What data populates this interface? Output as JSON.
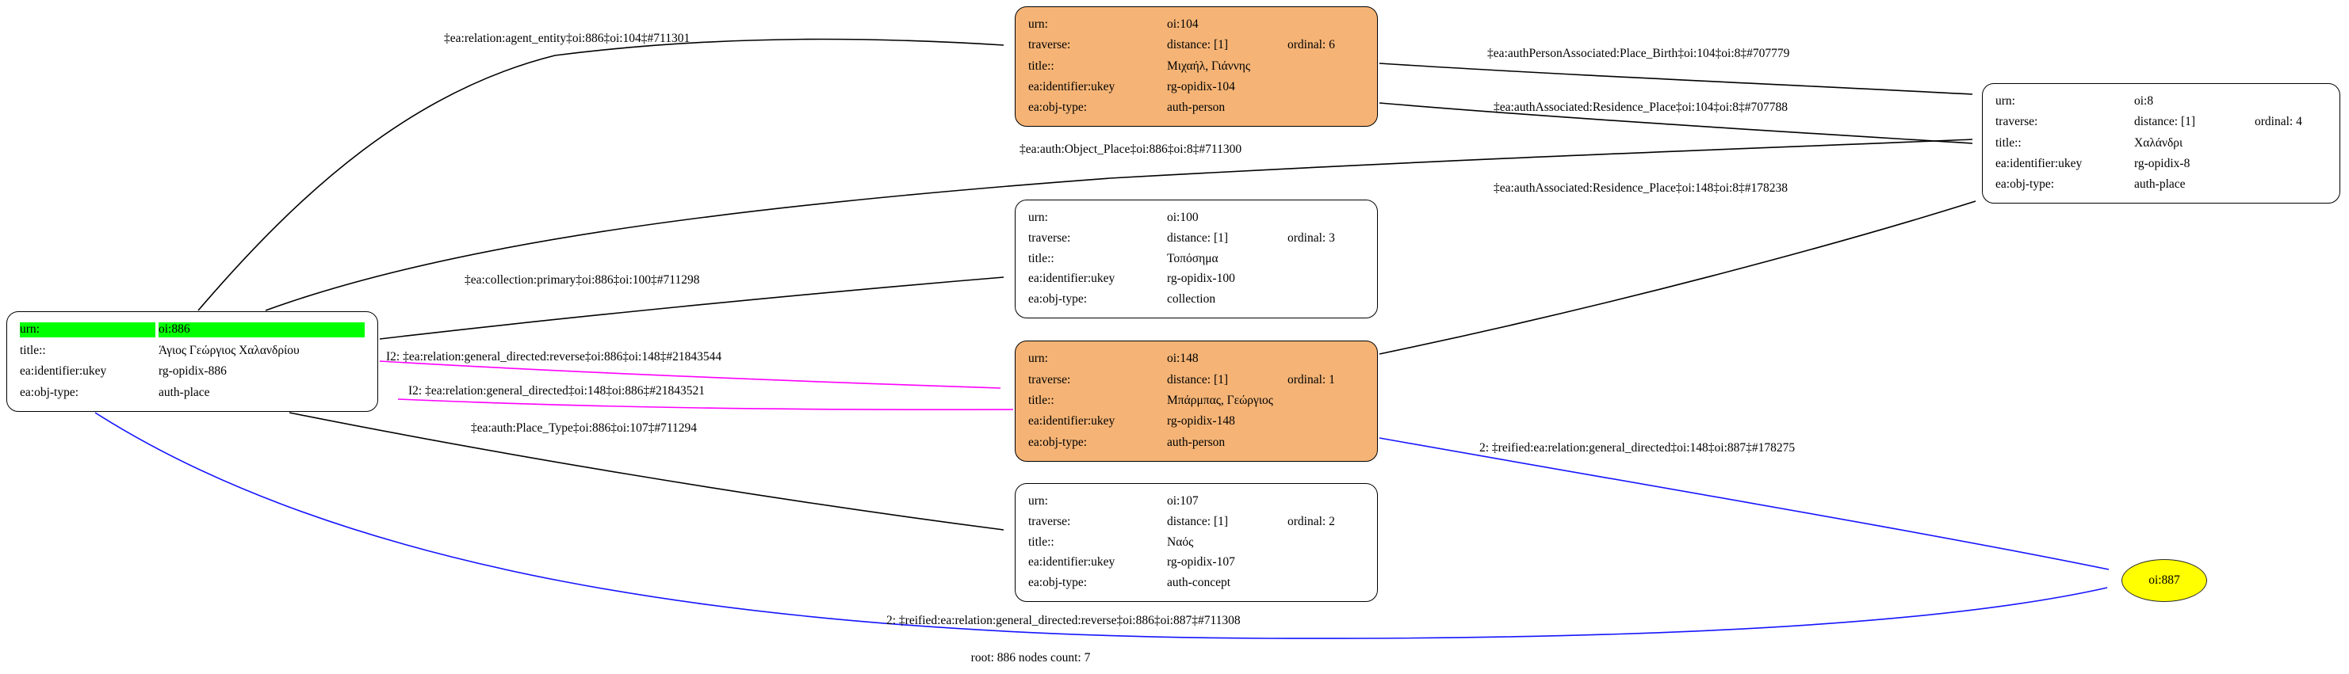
{
  "graph": {
    "footer": "root: 886 nodes count: 7"
  },
  "colors": {
    "root_highlight": "#00ff00",
    "person_fill": "#f5b476",
    "plain_fill": "#ffffff",
    "reified_fill": "#ffff00",
    "edge_black": "#000000",
    "edge_magenta": "#ff00ff",
    "edge_blue": "#1414ff"
  },
  "nodes": {
    "n886": {
      "urn_key": "urn:",
      "urn_value": "oi:886",
      "title_key": "title::",
      "title_value": "Άγιος Γεώργιος Χαλανδρίου",
      "ukey_key": "ea:identifier:ukey",
      "ukey_value": "rg-opidix-886",
      "objtype_key": "ea:obj-type:",
      "objtype_value": "auth-place"
    },
    "n104": {
      "urn_key": "urn:",
      "urn_value": "oi:104",
      "traverse_key": "traverse:",
      "traverse_distance": "distance: [1]",
      "traverse_ordinal": "ordinal: 6",
      "title_key": "title::",
      "title_value": "Μιχαήλ, Γιάννης",
      "ukey_key": "ea:identifier:ukey",
      "ukey_value": "rg-opidix-104",
      "objtype_key": "ea:obj-type:",
      "objtype_value": "auth-person"
    },
    "n8": {
      "urn_key": "urn:",
      "urn_value": "oi:8",
      "traverse_key": "traverse:",
      "traverse_distance": "distance: [1]",
      "traverse_ordinal": "ordinal: 4",
      "title_key": "title::",
      "title_value": "Χαλάνδρι",
      "ukey_key": "ea:identifier:ukey",
      "ukey_value": "rg-opidix-8",
      "objtype_key": "ea:obj-type:",
      "objtype_value": "auth-place"
    },
    "n100": {
      "urn_key": "urn:",
      "urn_value": "oi:100",
      "traverse_key": "traverse:",
      "traverse_distance": "distance: [1]",
      "traverse_ordinal": "ordinal: 3",
      "title_key": "title::",
      "title_value": "Τοπόσημα",
      "ukey_key": "ea:identifier:ukey",
      "ukey_value": "rg-opidix-100",
      "objtype_key": "ea:obj-type:",
      "objtype_value": "collection"
    },
    "n148": {
      "urn_key": "urn:",
      "urn_value": "oi:148",
      "traverse_key": "traverse:",
      "traverse_distance": "distance: [1]",
      "traverse_ordinal": "ordinal: 1",
      "title_key": "title::",
      "title_value": "Μπάρμπας, Γεώργιος",
      "ukey_key": "ea:identifier:ukey",
      "ukey_value": "rg-opidix-148",
      "objtype_key": "ea:obj-type:",
      "objtype_value": "auth-person"
    },
    "n107": {
      "urn_key": "urn:",
      "urn_value": "oi:107",
      "traverse_key": "traverse:",
      "traverse_distance": "distance: [1]",
      "traverse_ordinal": "ordinal: 2",
      "title_key": "title::",
      "title_value": "Ναός",
      "ukey_key": "ea:identifier:ukey",
      "ukey_value": "rg-opidix-107",
      "objtype_key": "ea:obj-type:",
      "objtype_value": "auth-concept"
    },
    "n887": {
      "label": "oi:887"
    }
  },
  "edges": {
    "agent_entity": {
      "from": "oi:886",
      "to": "oi:104",
      "label": "‡ea:relation:agent_entity‡oi:886‡oi:104‡#711301"
    },
    "place_birth": {
      "from": "oi:104",
      "to": "oi:8",
      "label": "‡ea:authPersonAssociated:Place_Birth‡oi:104‡oi:8‡#707779"
    },
    "residence_104": {
      "from": "oi:104",
      "to": "oi:8",
      "label": "‡ea:authAssociated:Residence_Place‡oi:104‡oi:8‡#707788"
    },
    "object_place": {
      "from": "oi:886",
      "to": "oi:8",
      "label": "‡ea:auth:Object_Place‡oi:886‡oi:8‡#711300"
    },
    "residence_148": {
      "from": "oi:148",
      "to": "oi:8",
      "label": "‡ea:authAssociated:Residence_Place‡oi:148‡oi:8‡#178238"
    },
    "collection_primary": {
      "from": "oi:886",
      "to": "oi:100",
      "label": "‡ea:collection:primary‡oi:886‡oi:100‡#711298"
    },
    "general_directed_reverse": {
      "from": "oi:886",
      "to": "oi:148",
      "label": "I2: ‡ea:relation:general_directed:reverse‡oi:886‡oi:148‡#21843544"
    },
    "general_directed": {
      "from": "oi:148",
      "to": "oi:886",
      "label": "I2: ‡ea:relation:general_directed‡oi:148‡oi:886‡#21843521"
    },
    "place_type": {
      "from": "oi:886",
      "to": "oi:107",
      "label": "‡ea:auth:Place_Type‡oi:886‡oi:107‡#711294"
    },
    "reified_directed": {
      "from": "oi:148",
      "to": "oi:887",
      "label": "2: ‡reified:ea:relation:general_directed‡oi:148‡oi:887‡#178275"
    },
    "reified_reverse": {
      "from": "oi:886",
      "to": "oi:887",
      "label": "2: ‡reified:ea:relation:general_directed:reverse‡oi:886‡oi:887‡#711308"
    }
  }
}
